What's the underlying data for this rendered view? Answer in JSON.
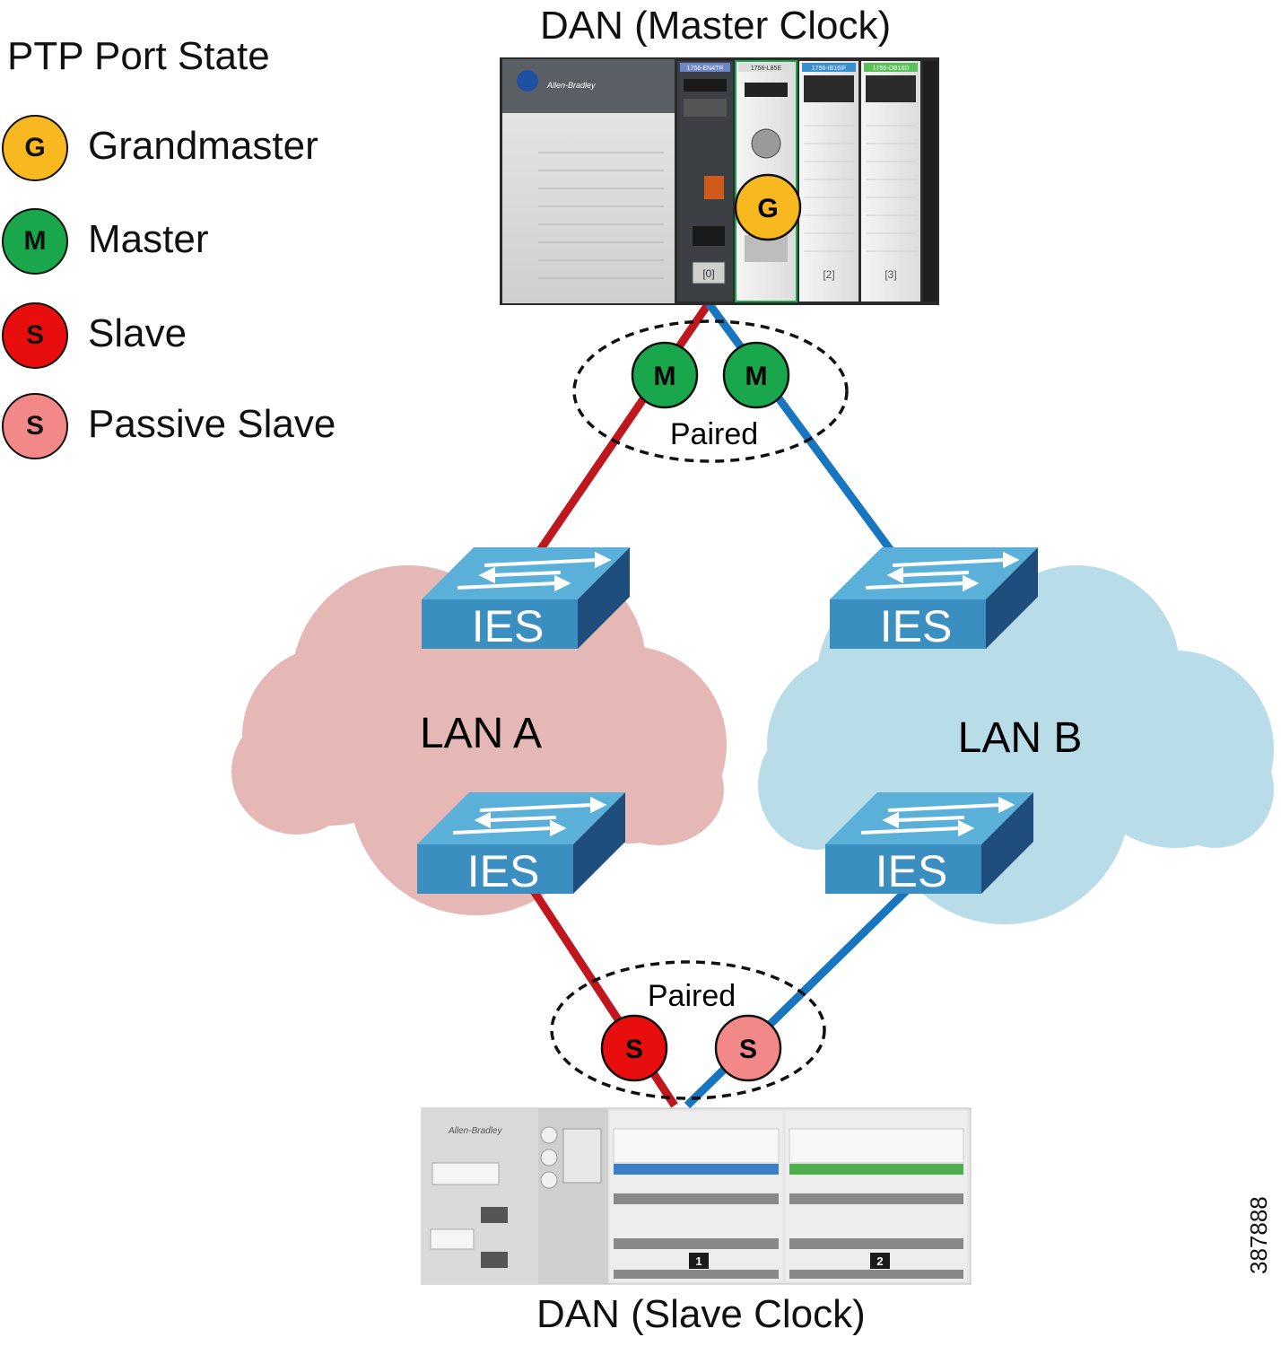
{
  "legend": {
    "title": "PTP Port State",
    "items": [
      {
        "letter": "G",
        "label": "Grandmaster",
        "color": "#f8b820"
      },
      {
        "letter": "M",
        "label": "Master",
        "color": "#1aa64a"
      },
      {
        "letter": "S",
        "label": "Slave",
        "color": "#e80e0e"
      },
      {
        "letter": "S",
        "label": "Passive Slave",
        "color": "#f38888"
      }
    ]
  },
  "master_device": {
    "label": "DAN (Master Clock)",
    "brand": "Allen-Bradley",
    "module_labels": [
      "1756-EN4TR",
      "1756-L85E",
      "1756-IB16IF",
      "1756-OB16D"
    ],
    "slot_numbers": [
      "[0]",
      "[2]",
      "[3]"
    ],
    "port_state": "G"
  },
  "slave_device": {
    "label": "DAN (Slave Clock)",
    "brand": "Allen-Bradley",
    "slot_numbers": [
      "1",
      "2"
    ]
  },
  "top_pair": {
    "label": "Paired",
    "states": [
      "M",
      "M"
    ]
  },
  "bottom_pair": {
    "label": "Paired",
    "states": [
      "S",
      "S"
    ]
  },
  "lans": [
    {
      "name": "LAN A",
      "color": "#e5b8b5",
      "switches": [
        "IES",
        "IES"
      ]
    },
    {
      "name": "LAN B",
      "color": "#b9dde8",
      "switches": [
        "IES",
        "IES"
      ]
    }
  ],
  "links": {
    "lan_a_color": "#c0171e",
    "lan_b_color": "#1876c0"
  },
  "figure_code": "387888"
}
